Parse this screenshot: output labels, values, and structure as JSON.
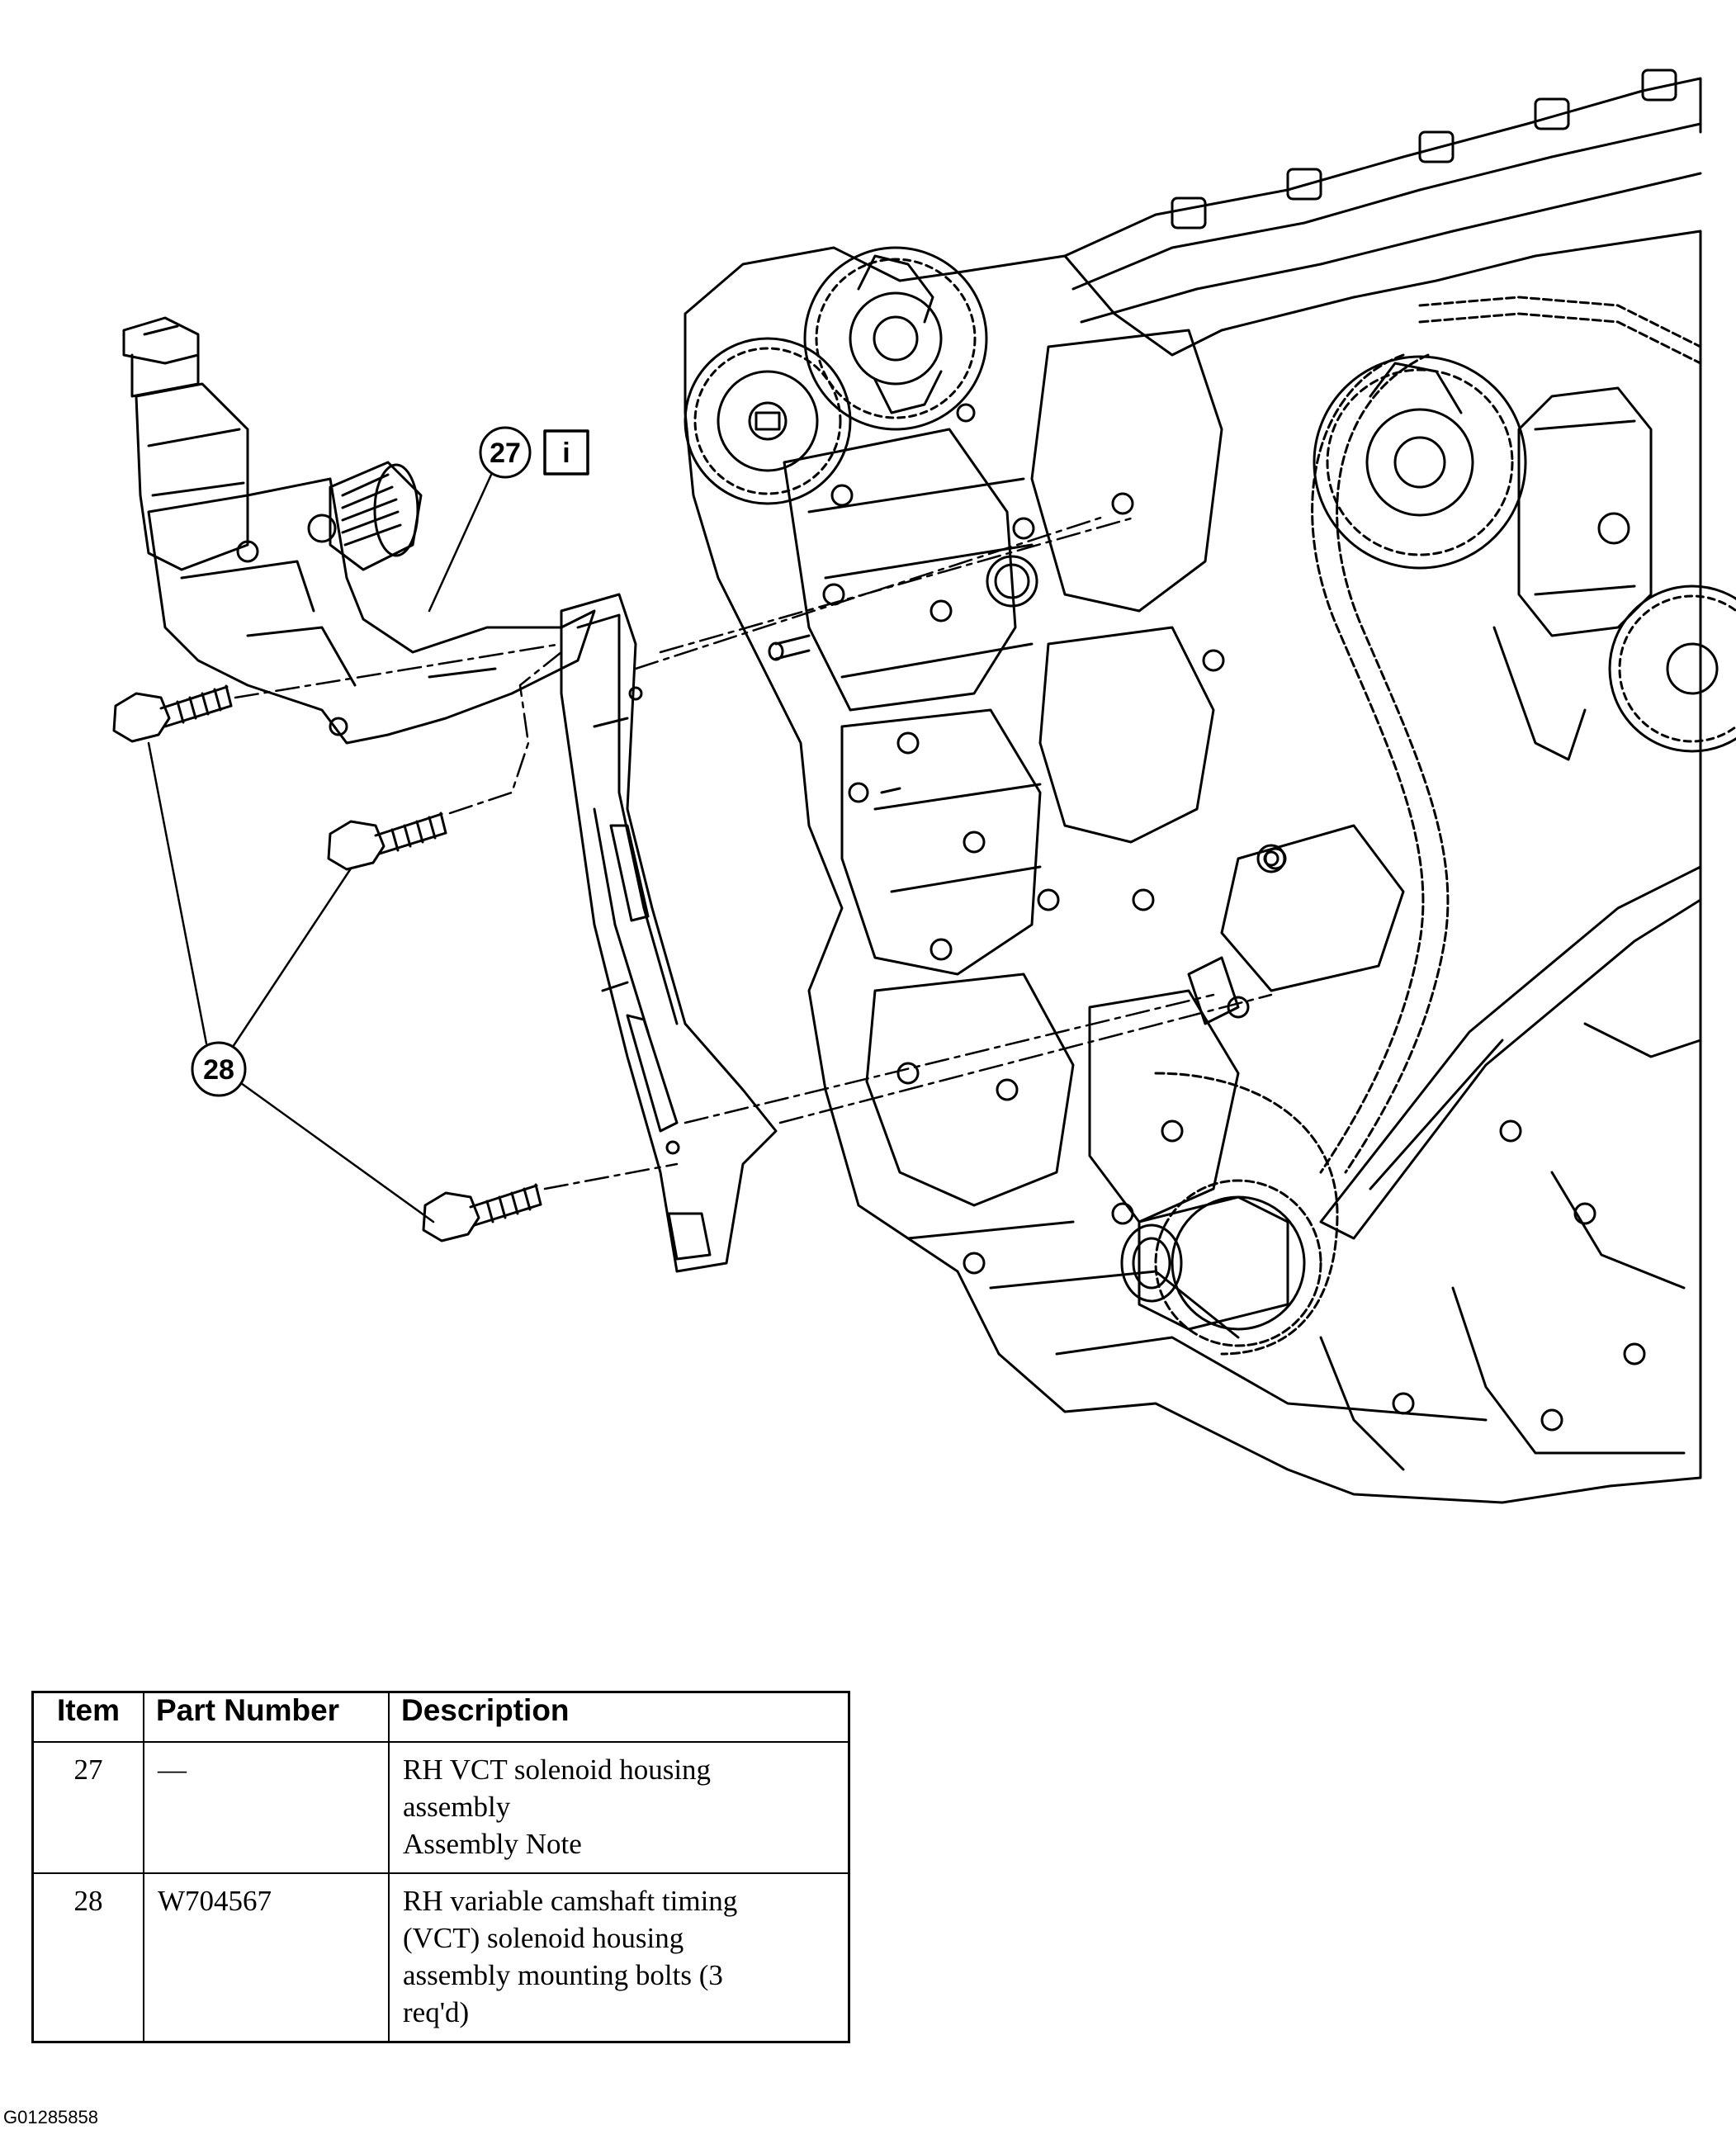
{
  "callouts": {
    "solenoid_housing": "27",
    "info_marker": "i",
    "bolts": "28"
  },
  "parts_table": {
    "headers": {
      "item": "Item",
      "part_number": "Part Number",
      "description": "Description"
    },
    "rows": [
      {
        "item": "27",
        "part_number": "—",
        "description": [
          "RH VCT solenoid housing",
          "assembly",
          "Assembly Note"
        ]
      },
      {
        "item": "28",
        "part_number": "W704567",
        "description": [
          "RH variable camshaft timing",
          "(VCT) solenoid housing",
          "assembly mounting bolts (3",
          "req'd)"
        ]
      }
    ]
  },
  "figure_id": "G01285858"
}
